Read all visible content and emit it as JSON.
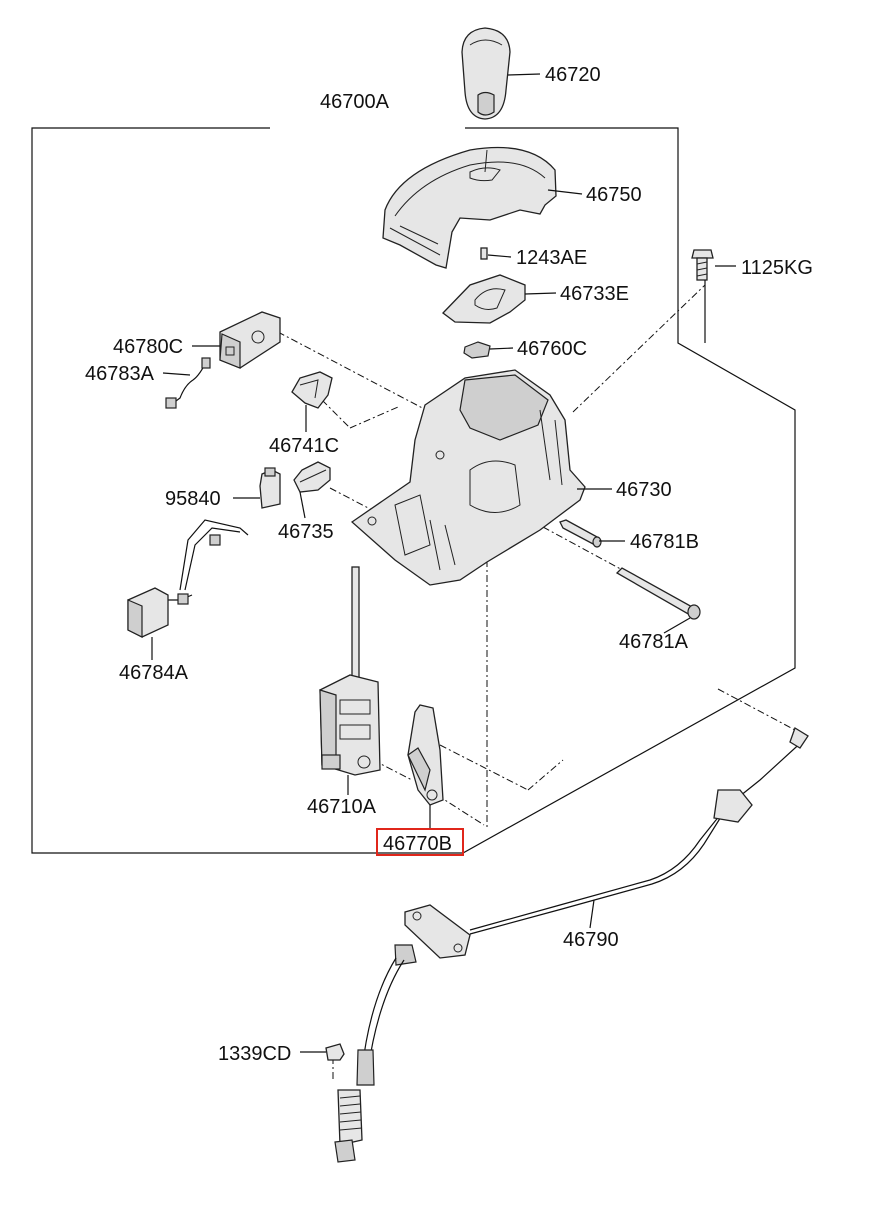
{
  "labels": {
    "knob": "46720",
    "assy": "46700A",
    "cover": "46750",
    "screw": "1243AE",
    "bolt": "1125KG",
    "indicator": "46733E",
    "clip": "46760C",
    "solenoid": "46780C",
    "harness": "46783A",
    "bracket": "46741C",
    "housing": "46730",
    "switch": "95840",
    "lever": "46735",
    "pin_b": "46781B",
    "wiring": "46784A",
    "pin_a": "46781A",
    "shift_unit": "46710A",
    "detent": "46770B",
    "cable": "46790",
    "nut": "1339CD"
  },
  "highlight_color": "#e0261b"
}
